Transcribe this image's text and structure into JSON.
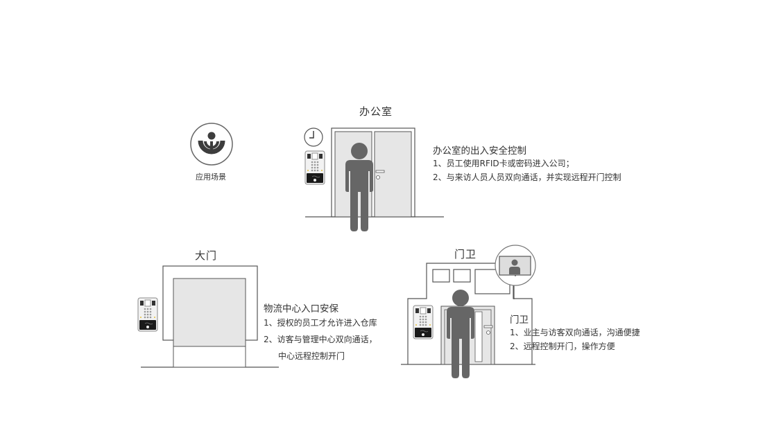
{
  "logo": {
    "icon": "wikimedia-style-icon",
    "label": "应用场景"
  },
  "office": {
    "title": "办公室",
    "heading": "办公室的出入安全控制",
    "lines": [
      "1、员工使用RFID卡或密码进入公司；",
      "2、与来访人员人员双向通话，并实现远程开门控制"
    ]
  },
  "gate": {
    "title": "大门",
    "heading": "物流中心入口安保",
    "lines": [
      "1、授权的员工才允许进入仓库",
      "2、访客与管理中心双向通话，",
      "中心远程控制开门"
    ]
  },
  "guard": {
    "title": "门卫",
    "heading": "门卫",
    "lines": [
      "1、业主与访客双向通话，沟通便捷",
      "2、远程控制开门，操作方便"
    ]
  },
  "colors": {
    "person": "#666666",
    "line": "#555555",
    "door_fill": "#e6e6e6",
    "text": "#333333"
  }
}
